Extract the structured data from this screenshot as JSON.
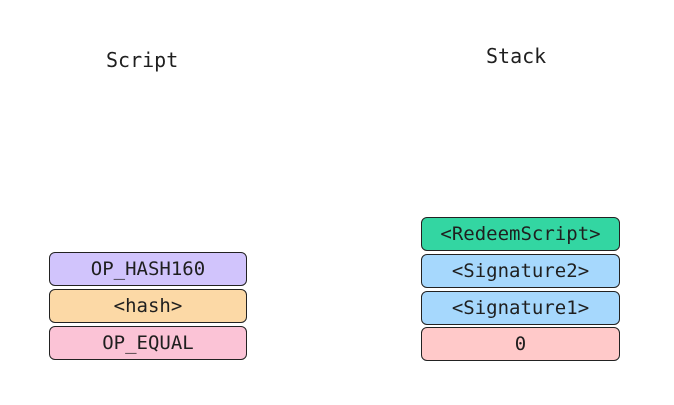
{
  "script": {
    "title": "Script",
    "items": [
      {
        "label": "OP_HASH160",
        "color": "#D1C4FC"
      },
      {
        "label": "<hash>",
        "color": "#FCD9A6"
      },
      {
        "label": "OP_EQUAL",
        "color": "#FBC3D6"
      }
    ]
  },
  "stack": {
    "title": "Stack",
    "items": [
      {
        "label": "<RedeemScript>",
        "color": "#33D6A2"
      },
      {
        "label": "<Signature2>",
        "color": "#A6D8FD"
      },
      {
        "label": "<Signature1>",
        "color": "#A6D8FD"
      },
      {
        "label": "0",
        "color": "#FFC9C9"
      }
    ]
  }
}
